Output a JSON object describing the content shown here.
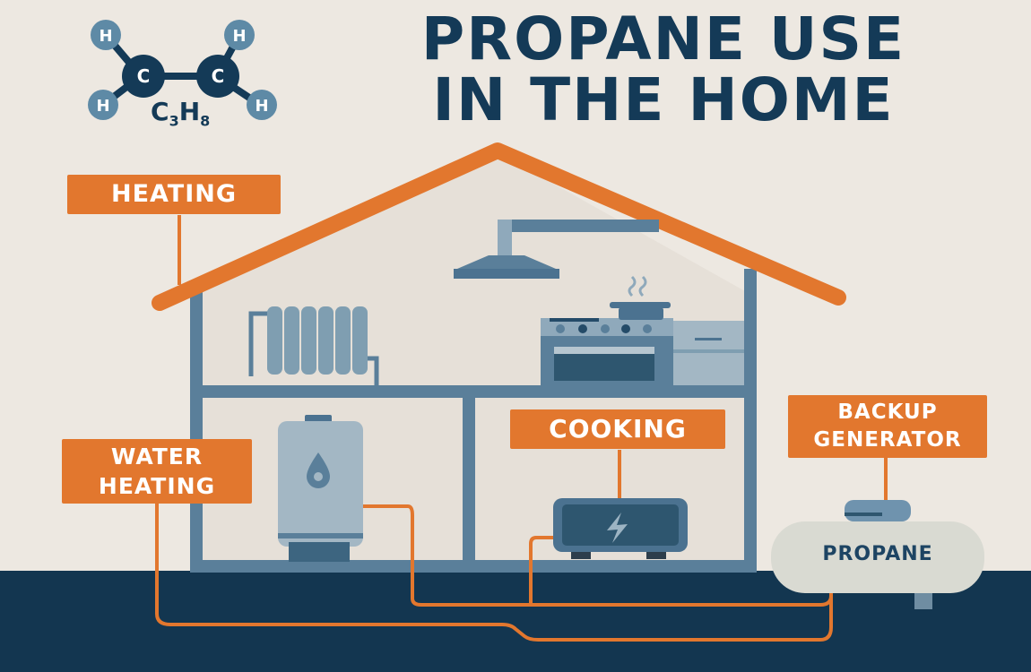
{
  "title": {
    "line1": "PROPANE USE",
    "line2": "IN THE HOME"
  },
  "molecule": {
    "formula_c": "C",
    "formula_c_sub": "3",
    "formula_h": "H",
    "formula_h_sub": "8",
    "atoms": {
      "carbon": "C",
      "hydrogen": "H"
    }
  },
  "labels": {
    "heating": "HEATING",
    "water_heating_line1": "WATER",
    "water_heating_line2": "HEATING",
    "cooking": "COOKING",
    "backup_line1": "BACKUP",
    "backup_line2": "GENERATOR"
  },
  "tank": {
    "label": "PROPANE"
  },
  "colors": {
    "background": "#ede8e1",
    "navy": "#143a57",
    "orange": "#e2772e",
    "steel_blue": "#5a7f9a",
    "light_steel": "#8fa9bb",
    "ground": "#133650",
    "tank": "#d9dad2"
  }
}
